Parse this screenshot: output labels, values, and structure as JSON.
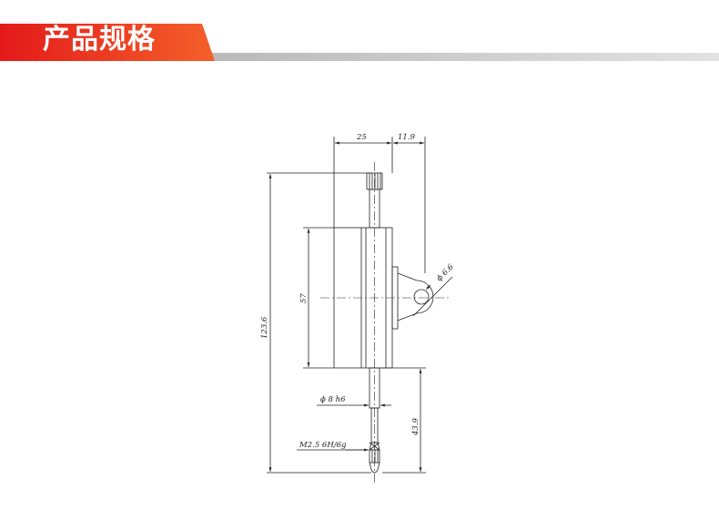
{
  "header": {
    "title": "产品规格",
    "accent_color": "#e8231a",
    "accent_color_light": "#f26a2a",
    "rule_color": "#c8c8c8"
  },
  "drawing": {
    "line_color": "#222222",
    "dimensions": {
      "top_width": "25",
      "top_offset": "11.9",
      "total_height": "123.6",
      "dial_diameter": "57",
      "lug_hole": "ϕ 6.6",
      "stem_diameter": "ϕ 8 h6",
      "lower_length": "43.9",
      "thread": "M2.5 6H/6g"
    }
  }
}
